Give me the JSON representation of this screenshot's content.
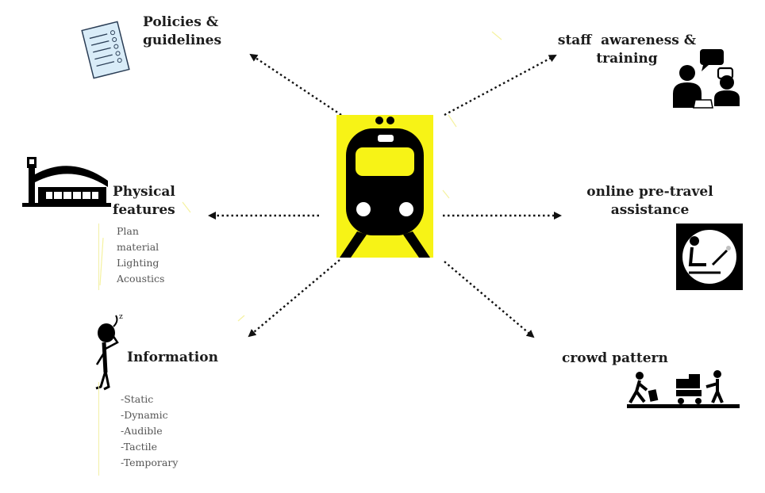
{
  "hub": {
    "icon": "train-front-icon",
    "background": "#f7f316"
  },
  "nodes": {
    "policies": {
      "lines": [
        "Policies &",
        "guidelines"
      ],
      "icon": "checklist-document-icon"
    },
    "staff": {
      "lines": [
        "staff  awareness &",
        "training"
      ],
      "icon": "people-meeting-icon"
    },
    "physical": {
      "lines": [
        "Physical",
        "features"
      ],
      "icon": "station-building-icon",
      "items": [
        "Plan",
        "material",
        "Lighting",
        "Acoustics"
      ]
    },
    "online": {
      "lines": [
        "online pre-travel",
        "assistance"
      ],
      "icon": "person-at-laptop-icon"
    },
    "information": {
      "lines": [
        "Information"
      ],
      "icon": "thinking-person-icon",
      "items": [
        "-Static",
        "-Dynamic",
        "-Audible",
        "-Tactile",
        "-Temporary"
      ]
    },
    "crowd": {
      "lines": [
        "crowd pattern"
      ],
      "icon": "passengers-luggage-icon"
    }
  },
  "colors": {
    "arrow": "#111111",
    "highlight": "#f7f316",
    "text": "#1c1c1c"
  }
}
